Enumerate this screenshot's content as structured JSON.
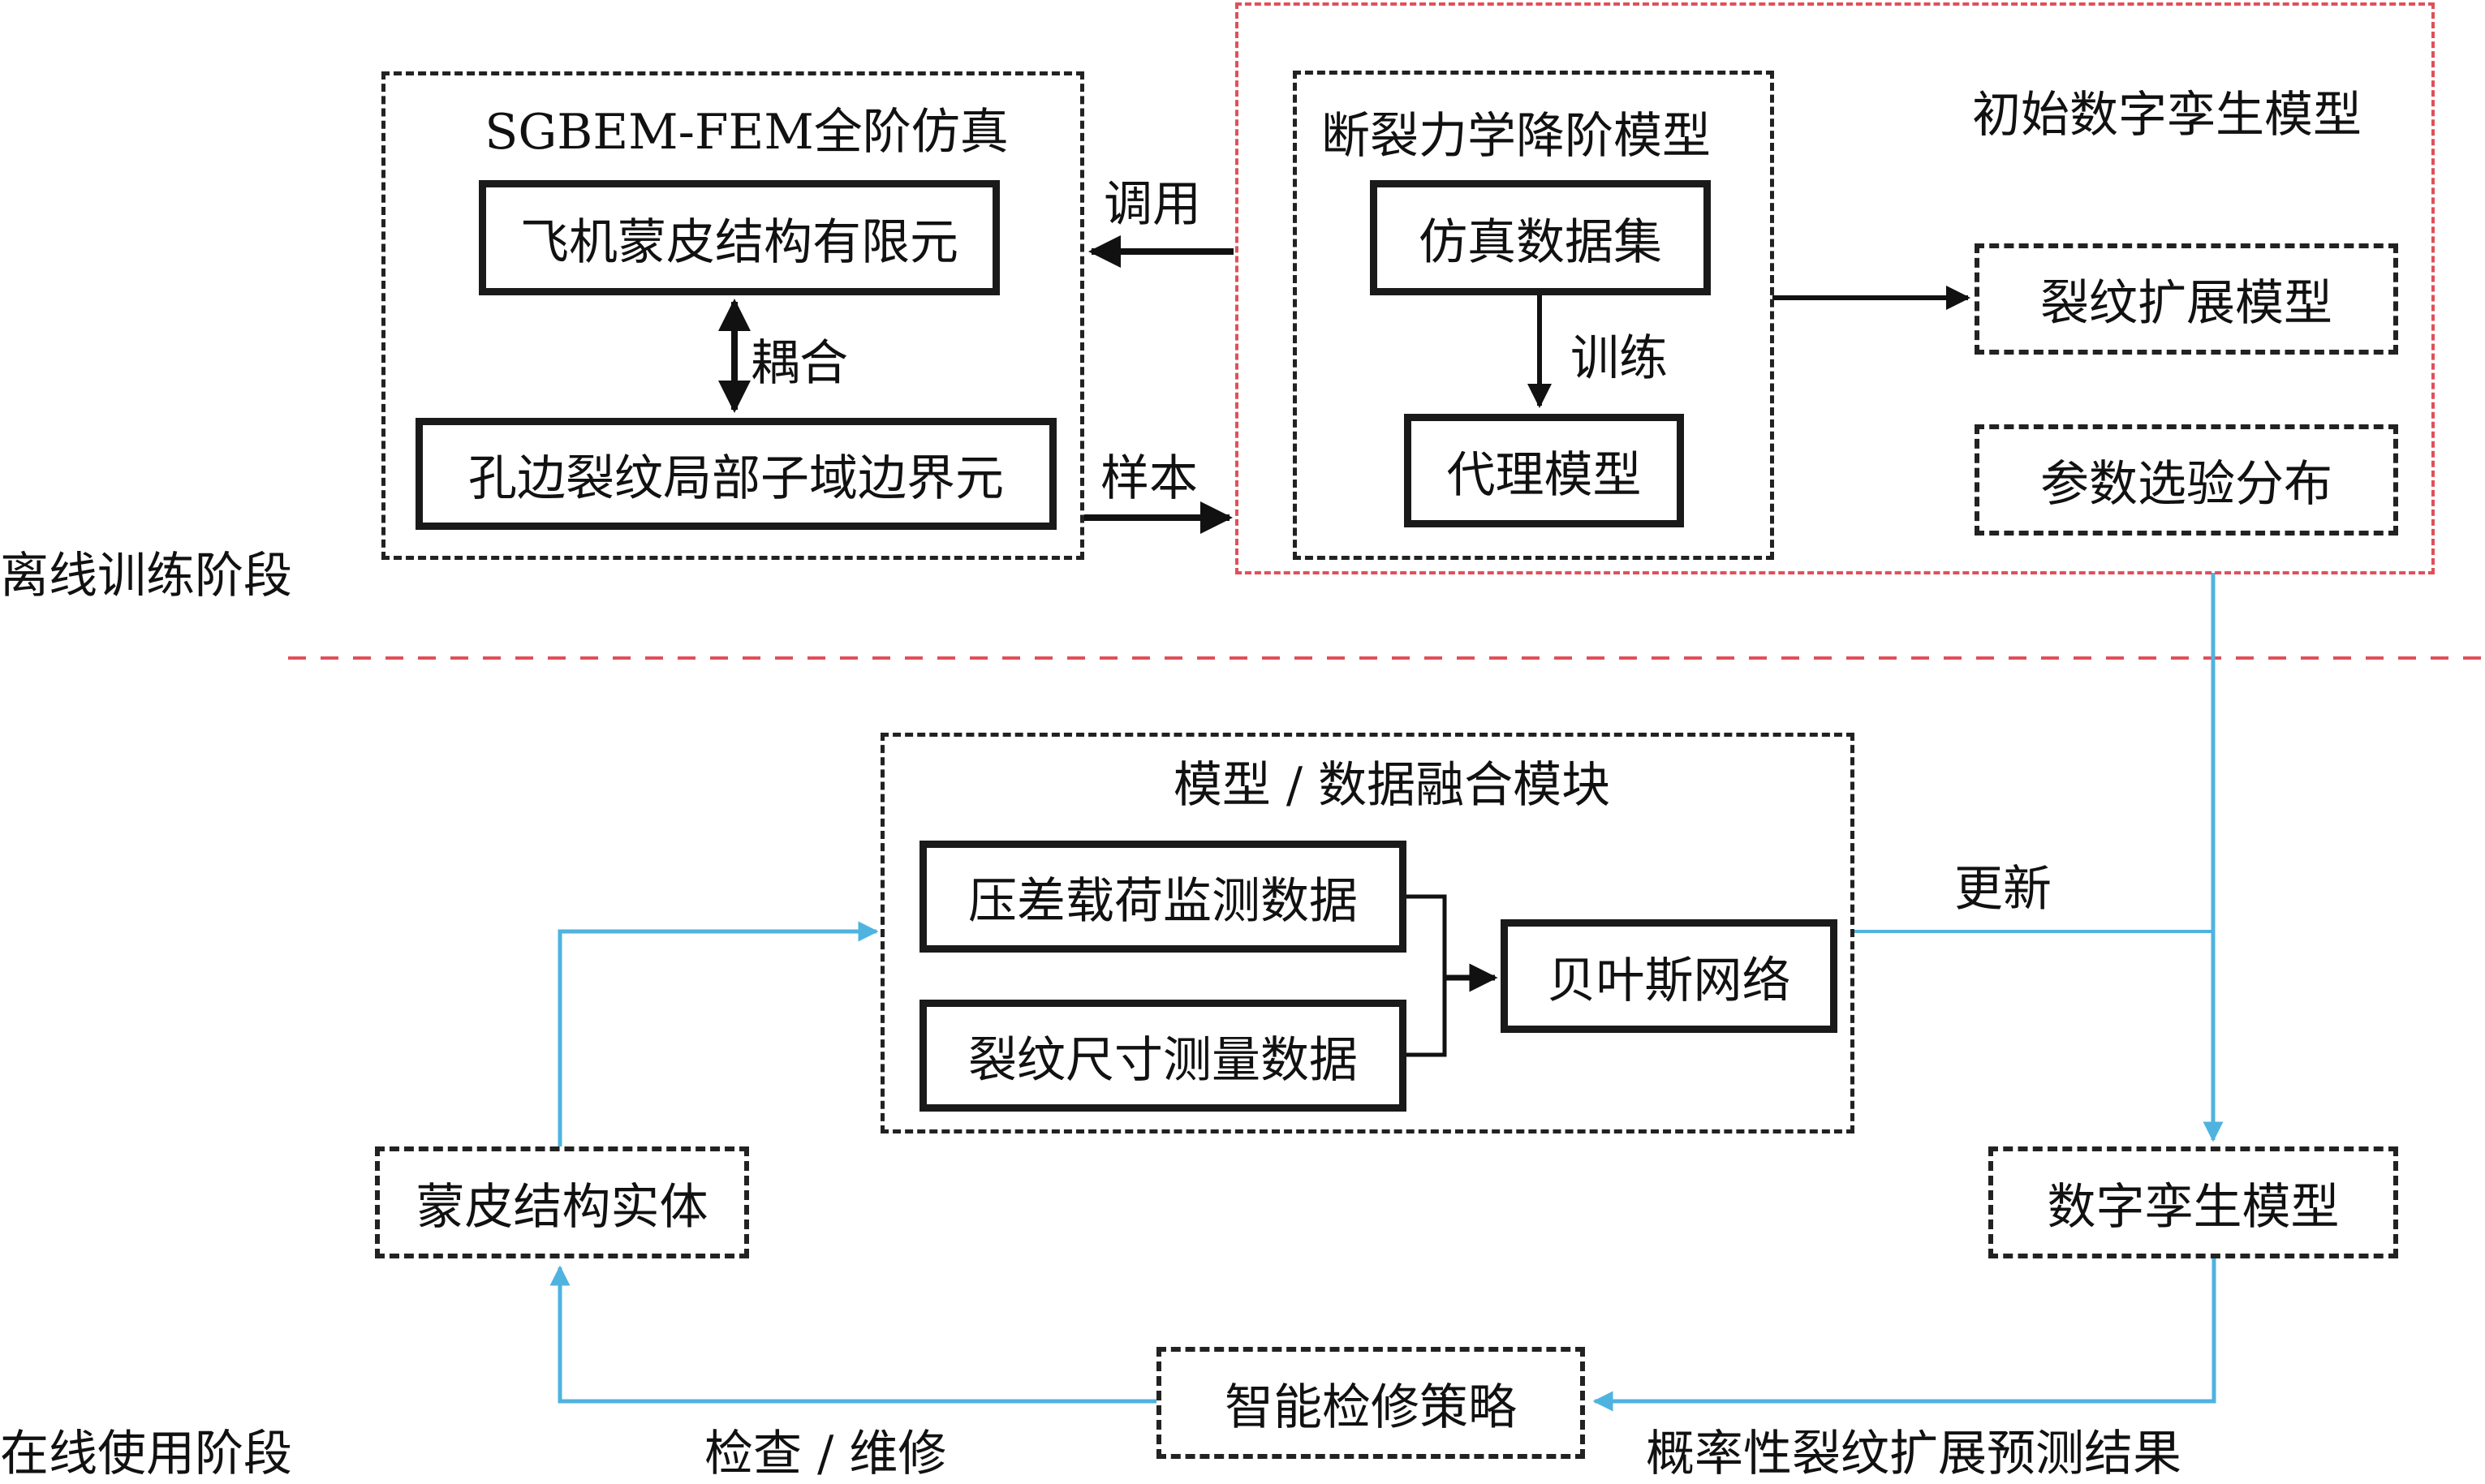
{
  "phases": {
    "offline": "离线训练阶段",
    "online": "在线使用阶段"
  },
  "colors": {
    "flow_blue": "#4fb3e0",
    "divider_red": "#e0505a",
    "frame_black": "#222222"
  },
  "offline": {
    "sgbem_frame": {
      "title": "SGBEM-FEM全阶仿真",
      "box_fem": "飞机蒙皮结构有限元",
      "coupling_label": "耦合",
      "box_bem": "孔边裂纹局部子域边界元"
    },
    "arrow_call_label": "调用",
    "arrow_sample_label": "样本",
    "initial_twin": {
      "title": "初始数字孪生模型",
      "rom_frame": {
        "title": "断裂力学降阶模型",
        "box_dataset": "仿真数据集",
        "train_label": "训练",
        "box_surrogate": "代理模型"
      },
      "box_crack_growth": "裂纹扩展模型",
      "box_prior": "参数选验分布"
    }
  },
  "online": {
    "fusion_frame": {
      "title": "模型 / 数据融合模块",
      "box_pressure": "压差载荷监测数据",
      "box_crack_size": "裂纹尺寸测量数据",
      "box_bayes": "贝叶斯网络"
    },
    "update_label": "更新",
    "box_twin": "数字孪生模型",
    "box_skin_entity": "蒙皮结构实体",
    "box_strategy": "智能检修策略",
    "inspect_label": "检查 / 维修",
    "prediction_label": "概率性裂纹扩展预测结果"
  }
}
